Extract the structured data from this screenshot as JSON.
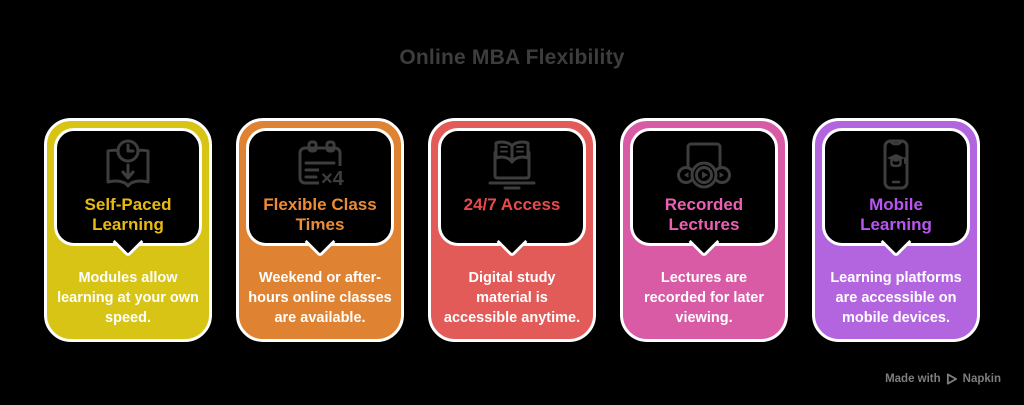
{
  "page": {
    "background": "#000000"
  },
  "header": {
    "title": "Online MBA Flexibility",
    "title_color": "#3d3d3d"
  },
  "icon_color": "#3d3d3d",
  "cards": [
    {
      "icon": "book-clock-icon",
      "title": "Self-Paced\nLearning",
      "description": "Modules allow\nlearning at your own\nspeed.",
      "color": "#d7c414",
      "title_color": "#e9bb12"
    },
    {
      "icon": "calendar-x4-icon",
      "title": "Flexible Class\nTimes",
      "description": "Weekend or after-\nhours online classes\nare available.",
      "color": "#df8231",
      "title_color": "#ee8c36"
    },
    {
      "icon": "laptop-book-icon",
      "title": "24/7 Access",
      "description": "Digital study\nmaterial is\naccessible anytime.",
      "color": "#e25b58",
      "title_color": "#e84a4a"
    },
    {
      "icon": "video-player-icon",
      "title": "Recorded\nLectures",
      "description": "Lectures are\nrecorded for later\nviewing.",
      "color": "#d95ba6",
      "title_color": "#ec60b4"
    },
    {
      "icon": "smartphone-grad-cap-icon",
      "title": "Mobile\nLearning",
      "description": "Learning platforms\nare accessible on\nmobile devices.",
      "color": "#b365e0",
      "title_color": "#bb55f2"
    }
  ],
  "watermark": {
    "text_prefix": "Made with",
    "brand": "Napkin",
    "color": "#7e7e7e"
  }
}
